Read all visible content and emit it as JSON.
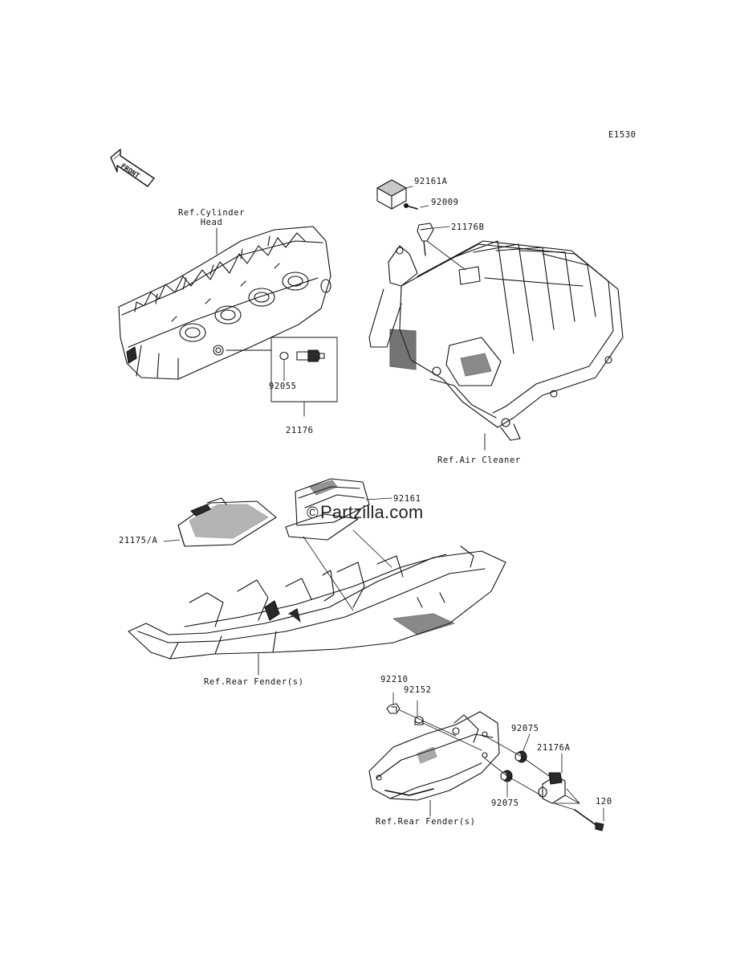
{
  "diagram": {
    "code": "E1530",
    "front_marker": "FRONT",
    "watermark": {
      "symbol": "©",
      "text": "Partzilla.com"
    },
    "references": {
      "cylinder_head": [
        "Ref.Cylinder",
        "Head"
      ],
      "air_cleaner": "Ref.Air Cleaner",
      "rear_fender_1": "Ref.Rear Fender(s)",
      "rear_fender_2": "Ref.Rear Fender(s)"
    },
    "part_numbers": {
      "p92161A": "92161A",
      "p92009": "92009",
      "p21176B": "21176B",
      "p92055": "92055",
      "p21176": "21176",
      "p92161": "92161",
      "p21175A": "21175/A",
      "p92210": "92210",
      "p92152": "92152",
      "p92075_top": "92075",
      "p21176A": "21176A",
      "p92075_bottom": "92075",
      "p120": "120"
    }
  },
  "colors": {
    "line": "#111111",
    "shade": "#2a2a2a",
    "background": "#ffffff"
  }
}
